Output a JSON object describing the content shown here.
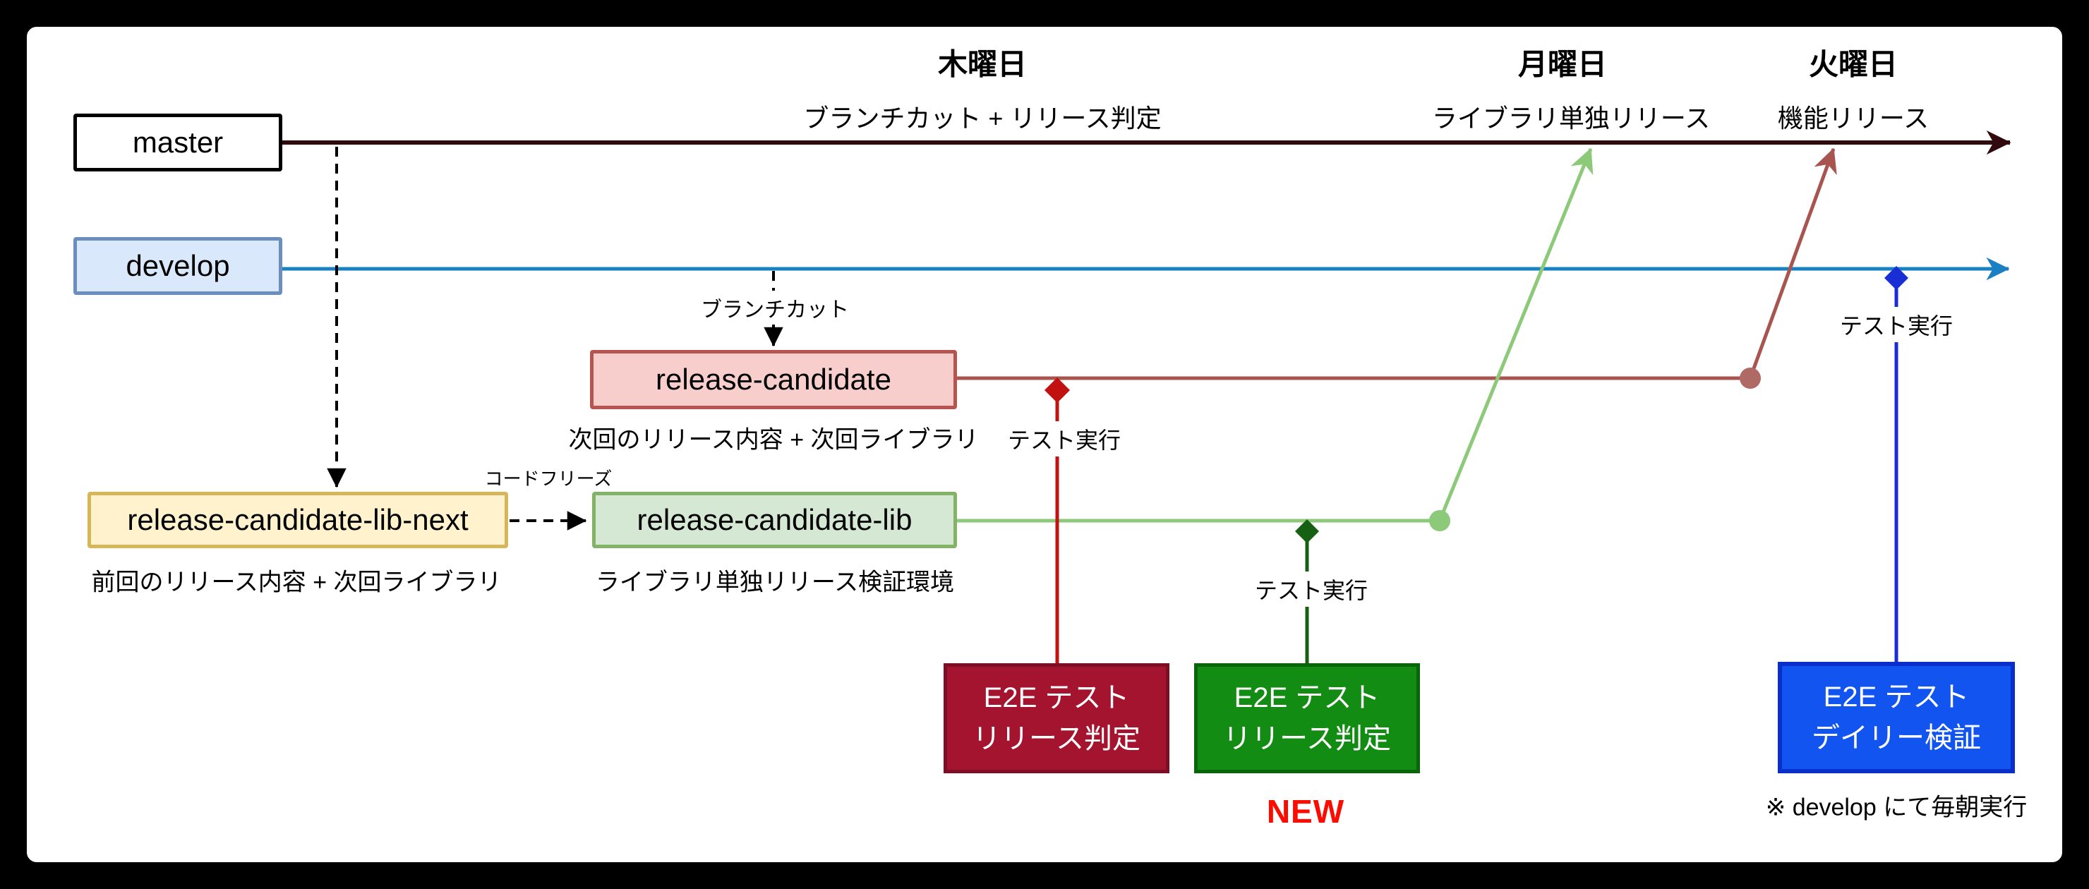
{
  "headers": {
    "thursday": {
      "day": "木曜日",
      "event": "ブランチカット + リリース判定"
    },
    "monday": {
      "day": "月曜日",
      "event": "ライブラリ単独リリース"
    },
    "tuesday": {
      "day": "火曜日",
      "event": "機能リリース"
    }
  },
  "branches": {
    "master": "master",
    "develop": "develop",
    "release_candidate": "release-candidate",
    "release_candidate_lib_next": "release-candidate-lib-next",
    "release_candidate_lib": "release-candidate-lib"
  },
  "captions": {
    "release_candidate": "次回のリリース内容 + 次回ライブラリ",
    "release_candidate_lib_next": "前回のリリース内容 + 次回ライブラリ",
    "release_candidate_lib": "ライブラリ単独リリース検証環境"
  },
  "edge_labels": {
    "branch_cut": "ブランチカット",
    "code_freeze": "コードフリーズ",
    "test_run": "テスト実行"
  },
  "e2e": {
    "red": {
      "line1": "E2E テスト",
      "line2": "リリース判定"
    },
    "green": {
      "line1": "E2E テスト",
      "line2": "リリース判定",
      "badge": "NEW"
    },
    "blue": {
      "line1": "E2E テスト",
      "line2": "デイリー検証",
      "note": "※ develop にて毎朝実行"
    }
  },
  "colors": {
    "master_line": "#300a0c",
    "develop_line": "#1a80c4",
    "develop_box_fill": "#dae8fc",
    "develop_box_border": "#6c8ebf",
    "rc_box_fill": "#f8cecc",
    "rc_box_border": "#b85450",
    "rc_line": "#a8544f",
    "rc_dot": "#b06a65",
    "rc_lib_next_fill": "#fff2cc",
    "rc_lib_next_border": "#d6b656",
    "rc_lib_fill": "#d5e8d4",
    "rc_lib_border": "#82b366",
    "rc_lib_line": "#8cc979",
    "test_red": "#c11111",
    "test_green": "#156013",
    "test_blue": "#1a2ed6",
    "e2e_red_fill": "#a5142f",
    "e2e_red_border": "#7c0f23",
    "e2e_green_fill": "#128c12",
    "e2e_green_border": "#0a640a",
    "e2e_blue_fill": "#1254f0",
    "e2e_blue_border": "#0a2ecc",
    "new_badge": "#fb0b00",
    "dashed": "#000000"
  }
}
